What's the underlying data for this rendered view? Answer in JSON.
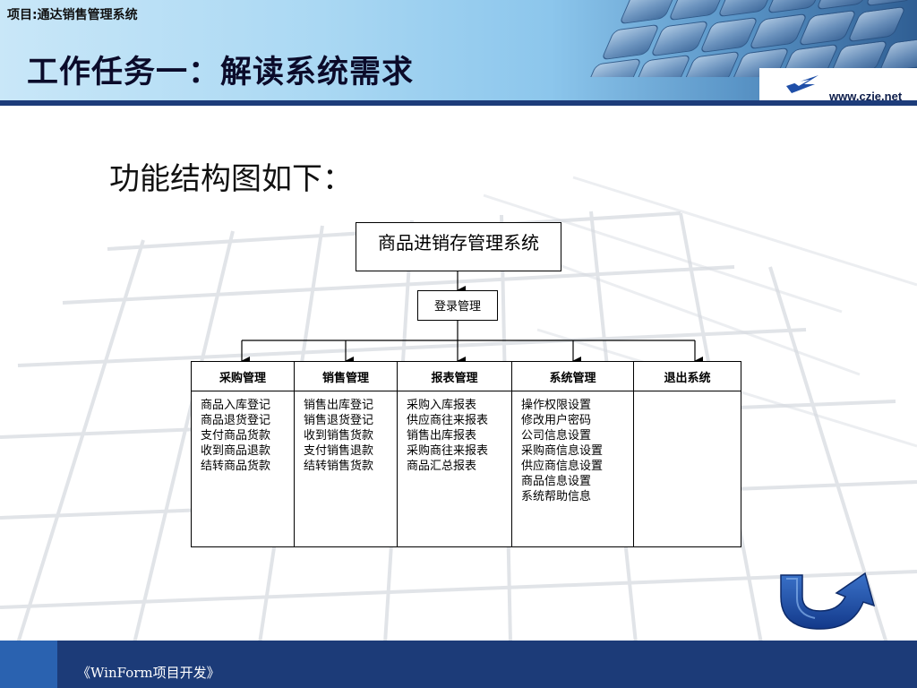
{
  "header": {
    "project_label": "项目:通达销售管理系统",
    "title": "工作任务一：解读系统需求",
    "site_url": "www.czie.net"
  },
  "subtitle": "功能结构图如下：",
  "diagram": {
    "root": "商品进销存管理系统",
    "login": "登录管理",
    "modules": [
      {
        "name": "采购管理",
        "items": [
          "商品入库登记",
          "商品退货登记",
          "支付商品货款",
          "收到商品退款",
          "结转商品货款"
        ]
      },
      {
        "name": "销售管理",
        "items": [
          "销售出库登记",
          "销售退货登记",
          "收到销售货款",
          "支付销售退款",
          "结转销售货款"
        ]
      },
      {
        "name": "报表管理",
        "items": [
          "采购入库报表",
          "供应商往来报表",
          "销售出库报表",
          "采购商往来报表",
          "商品汇总报表"
        ]
      },
      {
        "name": "系统管理",
        "items": [
          "操作权限设置",
          "修改用户密码",
          "公司信息设置",
          "采购商信息设置",
          "供应商信息设置",
          "商品信息设置",
          "系统帮助信息"
        ]
      },
      {
        "name": "退出系统",
        "items": []
      }
    ]
  },
  "footer": {
    "label": "《WinForm项目开发》"
  },
  "colors": {
    "footer_bar": "#1c3b78",
    "header_stripe": "#1d3c7a",
    "return_arrow": "#1f4fa8",
    "logo_red": "#d8202a"
  },
  "icons": {
    "logo": "czie-logo-icon",
    "return": "u-turn-return-arrow-icon"
  }
}
